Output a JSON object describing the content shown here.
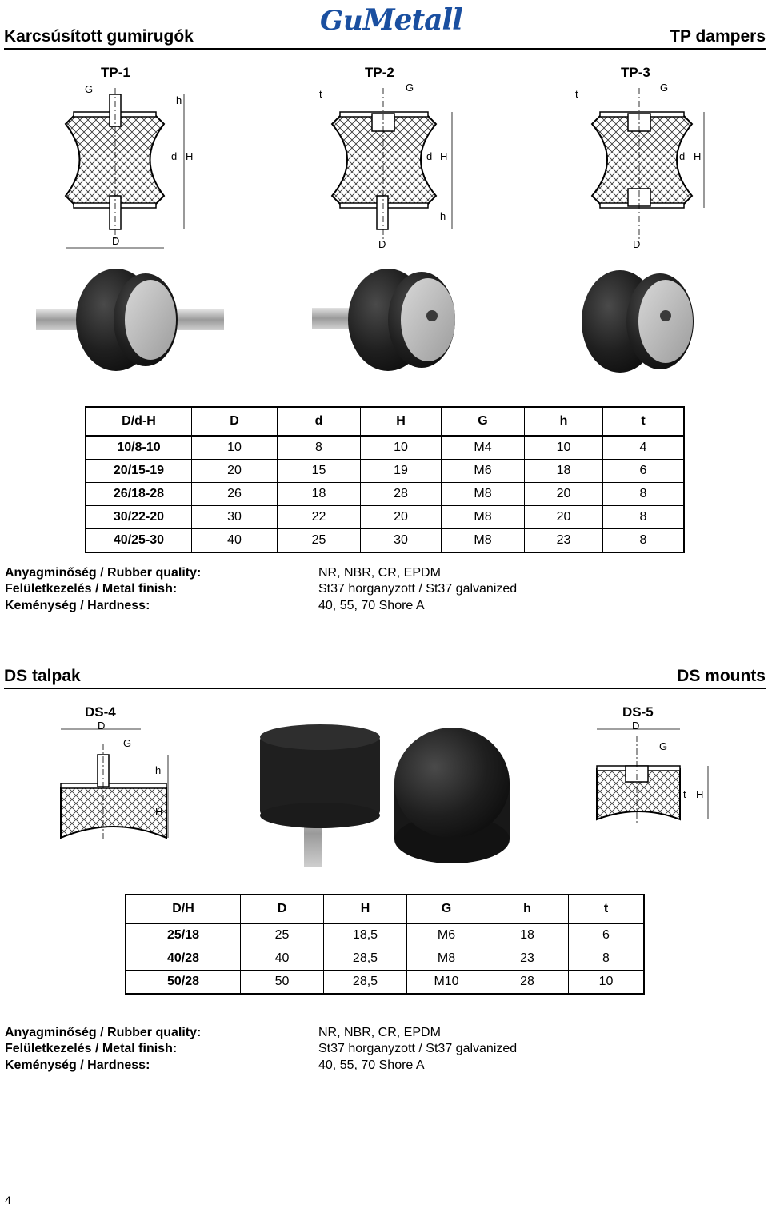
{
  "brand": {
    "part1": "Gu",
    "part2": "Metall"
  },
  "section1": {
    "title_left": "Karcsúsított gumirugók",
    "title_right": "TP dampers",
    "models": [
      "TP-1",
      "TP-2",
      "TP-3"
    ],
    "dimension_labels": {
      "G": "G",
      "h": "h",
      "d": "d",
      "H": "H",
      "D": "D",
      "t": "t"
    },
    "table": {
      "headers": [
        "D/d-H",
        "D",
        "d",
        "H",
        "G",
        "h",
        "t"
      ],
      "rows": [
        [
          "10/8-10",
          "10",
          "8",
          "10",
          "M4",
          "10",
          "4"
        ],
        [
          "20/15-19",
          "20",
          "15",
          "19",
          "M6",
          "18",
          "6"
        ],
        [
          "26/18-28",
          "26",
          "18",
          "28",
          "M8",
          "20",
          "8"
        ],
        [
          "30/22-20",
          "30",
          "22",
          "20",
          "M8",
          "20",
          "8"
        ],
        [
          "40/25-30",
          "40",
          "25",
          "30",
          "M8",
          "23",
          "8"
        ]
      ]
    },
    "properties": [
      {
        "label": "Anyagminőség / Rubber quality:",
        "value": "NR, NBR, CR, EPDM"
      },
      {
        "label": "Felületkezelés / Metal finish:",
        "value": "St37 horganyzott / St37 galvanized"
      },
      {
        "label": "Keménység / Hardness:",
        "value": "40, 55, 70 Shore A"
      }
    ]
  },
  "section2": {
    "title_left": "DS talpak",
    "title_right": "DS mounts",
    "models": [
      "DS-4",
      "DS-5"
    ],
    "table": {
      "headers": [
        "D/H",
        "D",
        "H",
        "G",
        "h",
        "t"
      ],
      "rows": [
        [
          "25/18",
          "25",
          "18,5",
          "M6",
          "18",
          "6"
        ],
        [
          "40/28",
          "40",
          "28,5",
          "M8",
          "23",
          "8"
        ],
        [
          "50/28",
          "50",
          "28,5",
          "M10",
          "28",
          "10"
        ]
      ]
    },
    "properties": [
      {
        "label": "Anyagminőség / Rubber quality:",
        "value": "NR, NBR, CR, EPDM"
      },
      {
        "label": "Felületkezelés / Metal finish:",
        "value": "St37 horganyzott / St37 galvanized"
      },
      {
        "label": "Keménység / Hardness:",
        "value": "40, 55, 70 Shore A"
      }
    ]
  },
  "page_number": "4",
  "colors": {
    "brand": "#1a4fa0",
    "rubber": "#1c1c1c",
    "steel": "#b9b9b9"
  }
}
